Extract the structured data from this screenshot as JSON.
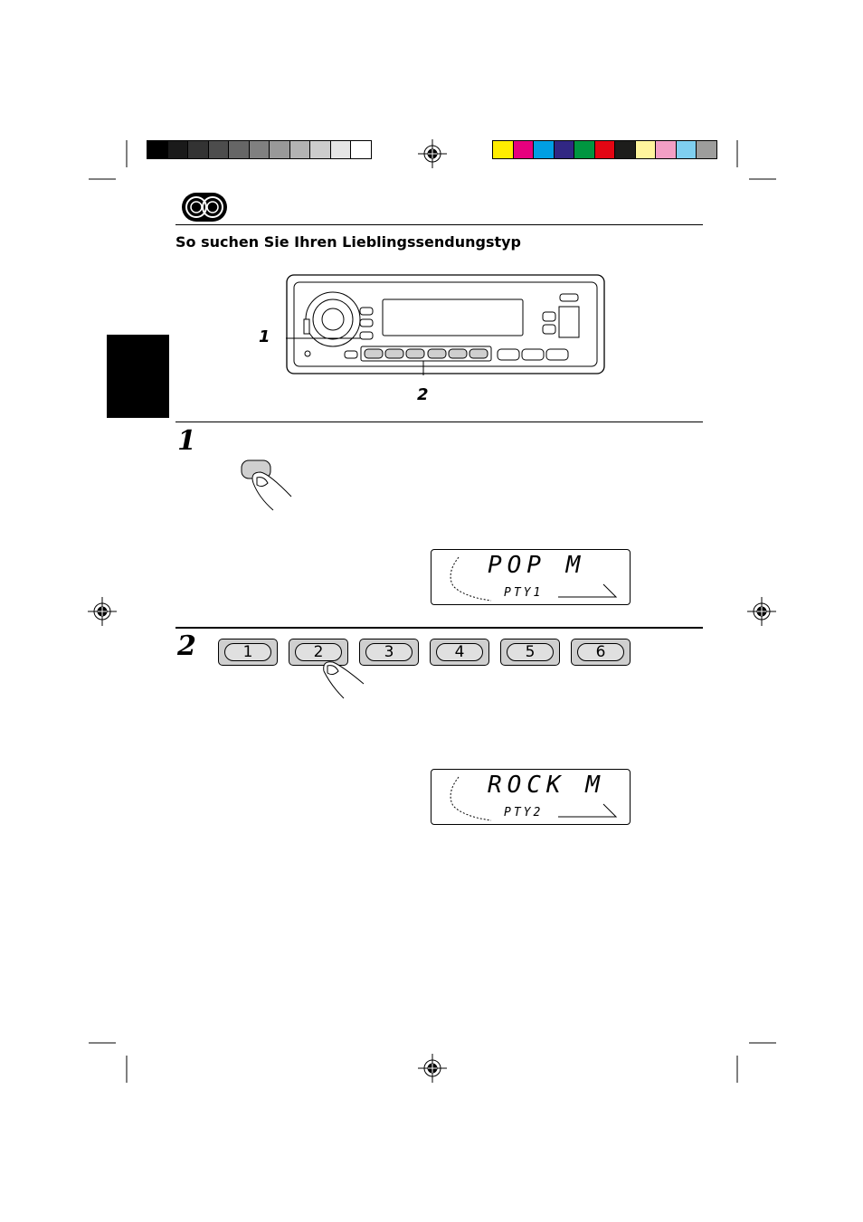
{
  "heading": "So suchen Sie Ihren Lieblingssendungstyp",
  "callouts": {
    "one": "1",
    "two": "2"
  },
  "steps": [
    {
      "number": "1"
    },
    {
      "number": "2"
    }
  ],
  "displays": [
    {
      "main": "POP M",
      "sub": "PTY1"
    },
    {
      "main": "ROCK M",
      "sub": "PTY2"
    }
  ],
  "preset_buttons": [
    "1",
    "2",
    "3",
    "4",
    "5",
    "6"
  ],
  "gray_swatches": [
    "#000000",
    "#1a1a1a",
    "#333333",
    "#4d4d4d",
    "#666666",
    "#808080",
    "#999999",
    "#b3b3b3",
    "#cccccc",
    "#e6e6e6",
    "#ffffff"
  ],
  "color_swatches": [
    "#ffed00",
    "#e6007e",
    "#009fe3",
    "#312783",
    "#009640",
    "#e30613",
    "#1d1d1b",
    "#fff59d",
    "#f29fc5",
    "#7fcff0",
    "#9d9d9c"
  ]
}
